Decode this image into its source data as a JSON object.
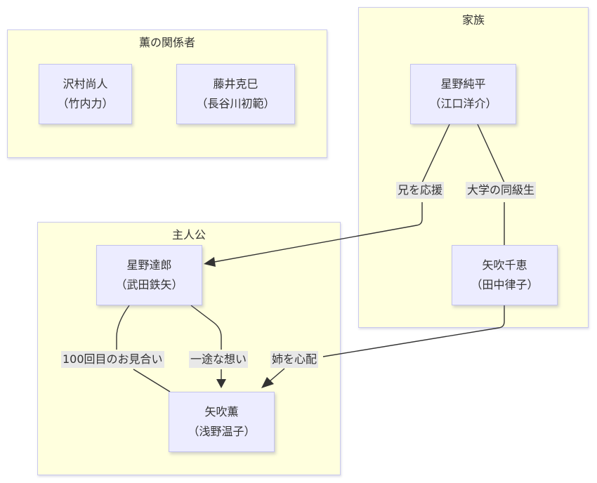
{
  "clusters": {
    "kaoru_related": {
      "title": "薫の関係者"
    },
    "family": {
      "title": "家族"
    },
    "protagonists": {
      "title": "主人公"
    }
  },
  "nodes": {
    "sawamura": {
      "name": "沢村尚人",
      "actor": "（竹内力）"
    },
    "fujii": {
      "name": "藤井克巳",
      "actor": "（長谷川初範）"
    },
    "junpei": {
      "name": "星野純平",
      "actor": "（江口洋介）"
    },
    "chie": {
      "name": "矢吹千恵",
      "actor": "（田中律子）"
    },
    "tatsuro": {
      "name": "星野達郎",
      "actor": "（武田鉄矢）"
    },
    "kaoru": {
      "name": "矢吹薫",
      "actor": "（浅野温子）"
    }
  },
  "edges": [
    {
      "from": "星野純平",
      "to": "星野達郎",
      "label": "兄を応援",
      "arrow": true
    },
    {
      "from": "星野純平",
      "to": "矢吹千恵",
      "label": "大学の同級生",
      "arrow": false
    },
    {
      "from": "星野達郎",
      "to": "矢吹薫",
      "label": "100回目のお見合い",
      "arrow": false
    },
    {
      "from": "星野達郎",
      "to": "矢吹薫",
      "label": "一途な想い",
      "arrow": true
    },
    {
      "from": "矢吹千恵",
      "to": "矢吹薫",
      "label": "姉を心配",
      "arrow": true
    }
  ]
}
